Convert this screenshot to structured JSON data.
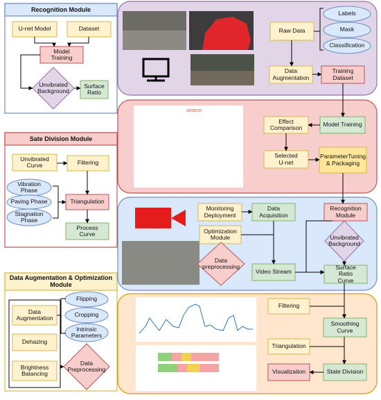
{
  "recognition_module": {
    "title": "Recognition Module",
    "unet_model": "U-net Model",
    "dataset": "Dataset",
    "model_training": "Model Training",
    "unvibrated_background": "Unvibrated Background",
    "surface_ratio": "Surface Ratio"
  },
  "state_division_module": {
    "title": "Sate Division Module",
    "unvibrated_curve": "Unvibrated Curve",
    "filtering": "Filtering",
    "vibration_phase": "Vibration Phase",
    "paving_phase": "Paving Phase",
    "stagnation_phase": "Stagnation Phase",
    "triangulation": "Triangulation",
    "process_curve": "Process Curve"
  },
  "augmentation_module": {
    "title": "Data Augmentation & Optimization Module",
    "data_augmentation": "Data Augmentation",
    "dehazing": "Dehazing",
    "brightness_balancing": "Brightness Balancing",
    "flipping": "Flipping",
    "cropping": "Cropping",
    "intrinsic_parameters": "Intrinsic Parameters",
    "data_preprocessing": "Data Preprocessing"
  },
  "panel_data": {
    "raw_data": "Raw Data",
    "labels": "Labels",
    "mask": "Mask",
    "classification": "Classification",
    "data_augmentation": "Data Augmentation",
    "training_dataset": "Training Dataset"
  },
  "panel_training": {
    "effect_comparison": "Effect Comparison",
    "model_training": "Model Training",
    "selected_unet": "Selected U-net",
    "parameter_tuning": "ParameterTuning & Packaging",
    "unet_figure_title": "3D/2D/1D"
  },
  "panel_deployment": {
    "monitoring_deployment": "Monitoring Deployment",
    "data_acquisition": "Data Acquisition",
    "recognition_module": "Recognition Module",
    "optimization_module": "Optimization Module",
    "data_preprocessing": "Data preprocessing",
    "unvibrated_background": "Unvibrated Background",
    "video_stream": "Video Stream",
    "surface_ratio_curve": "Surface Ratio Curve"
  },
  "panel_state": {
    "filtering": "Filtering",
    "smoothing_curve": "Smoothing Curve",
    "triangulation": "Triangulation",
    "visualization": "Visualization",
    "state_division": "State Division"
  },
  "colors": {
    "yellow_fill": "#fff2cc",
    "yellow_stroke": "#d6b656",
    "red_fill": "#f8cecc",
    "red_stroke": "#b85450",
    "green_fill": "#d5e8d4",
    "green_stroke": "#82b366",
    "blue_fill": "#dae8fc",
    "blue_stroke": "#6c8ebf",
    "purple_fill": "#e1d5e7",
    "purple_stroke": "#9673a6",
    "camera_red": "#e51c1c"
  }
}
